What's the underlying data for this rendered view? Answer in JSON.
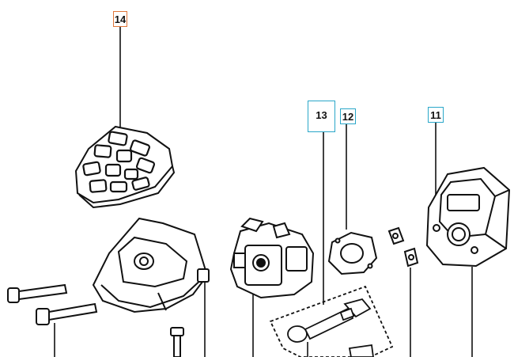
{
  "callouts": {
    "c14": {
      "label": "14",
      "color": "#e0763a"
    },
    "c13": {
      "label": "13",
      "color": "#2aa7c9"
    },
    "c12": {
      "label": "12",
      "color": "#2aa7c9"
    },
    "c11": {
      "label": "11",
      "color": "#2aa7c9"
    }
  },
  "parts": [
    "air-filter",
    "filter-cover",
    "bolt",
    "bolt",
    "screw",
    "carburetor",
    "gasket",
    "impulse-hose-kit",
    "nut",
    "nut",
    "carburetor-housing"
  ],
  "colors": {
    "line": "#111111",
    "frame_cyan": "#2aa7c9",
    "frame_orange": "#e0763a"
  }
}
